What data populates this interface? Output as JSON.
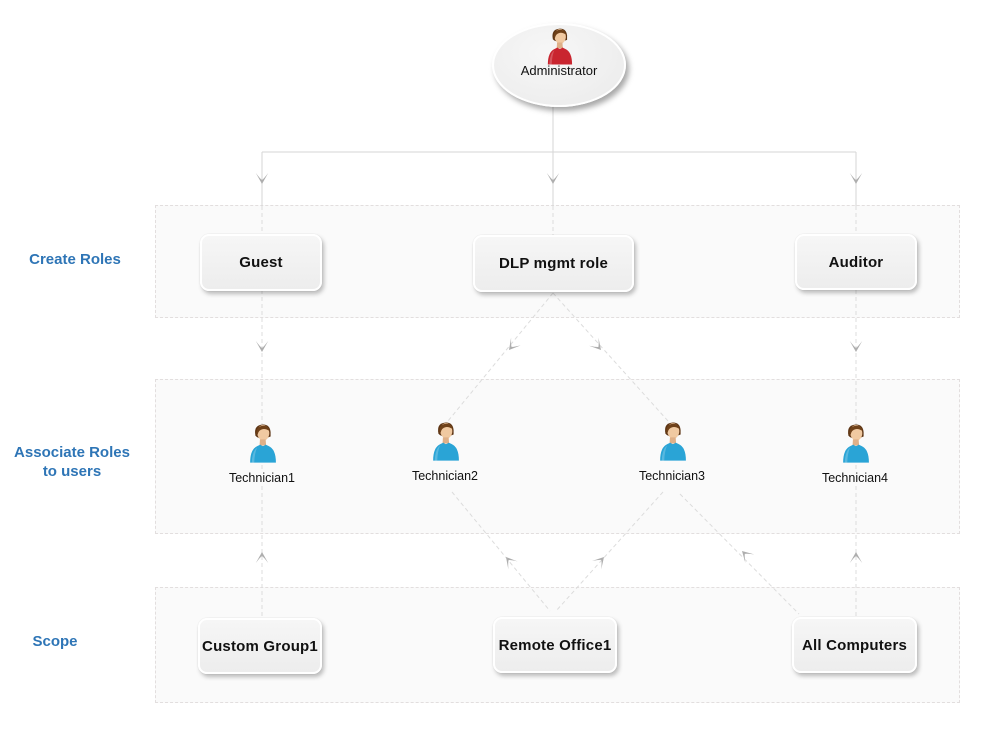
{
  "admin": {
    "label": "Administrator"
  },
  "sections": {
    "create_roles": {
      "label": "Create Roles",
      "guest": "Guest",
      "dlp": "DLP mgmt role",
      "auditor": "Auditor"
    },
    "associate_roles": {
      "label": "Associate Roles to users",
      "tech1": "Technician1",
      "tech2": "Technician2",
      "tech3": "Technician3",
      "tech4": "Technician4"
    },
    "scope": {
      "label": "Scope",
      "custom_group": "Custom Group1",
      "remote_office": "Remote Office1",
      "all_computers": "All Computers"
    }
  },
  "icons": {
    "admin": "person-red-icon",
    "technician": "person-blue-icon",
    "arrow": "chevron-arrowhead"
  },
  "colors": {
    "section_label": "#2e75b6",
    "admin_shirt": "#c9252f",
    "tech_shirt": "#2aa4d6",
    "solid_line": "#d6d6d6",
    "dashed_line": "#dcdcdc",
    "arrowhead": "#aeaeae",
    "panel_bg": "#fafafa",
    "panel_border": "#e2dede",
    "node_text": "#111111"
  }
}
